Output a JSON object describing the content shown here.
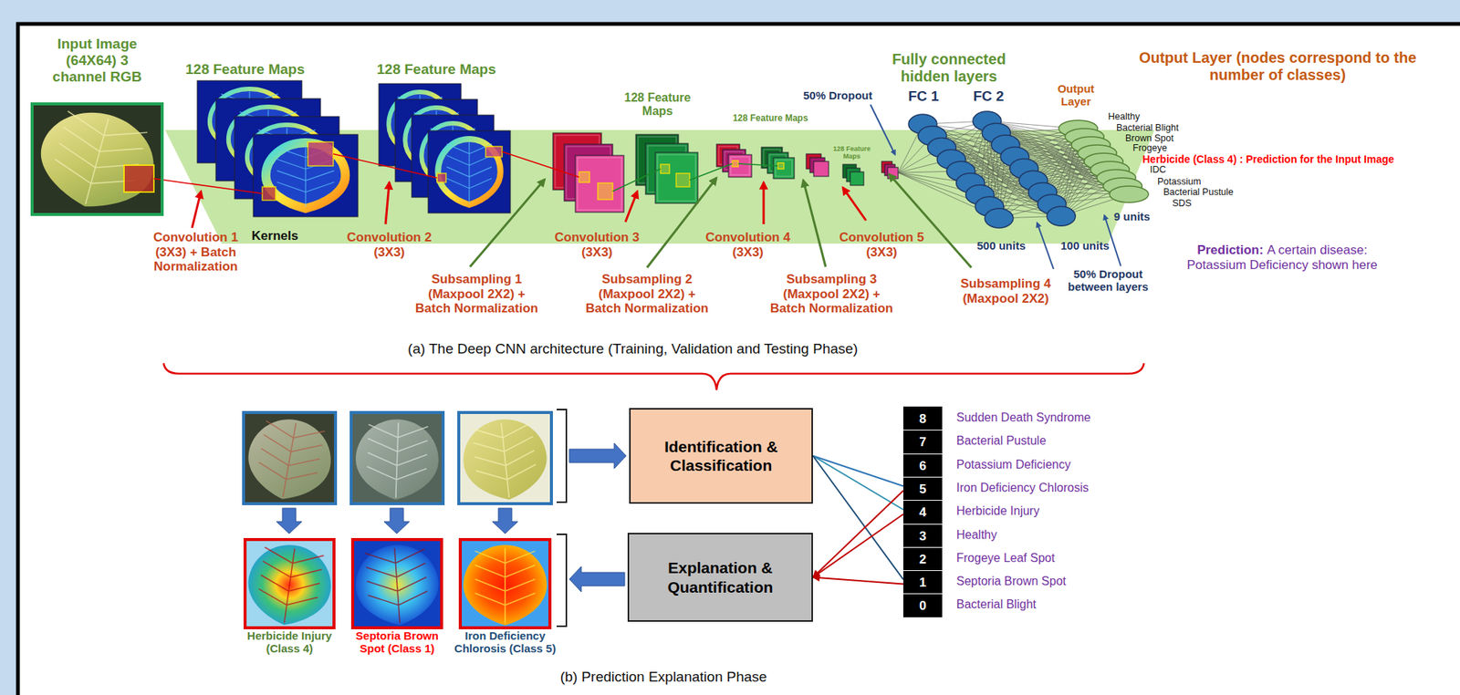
{
  "diagram": {
    "nodes": [
      {
        "text": [
          "Input Image (64X64) 3 channel RGB"
        ]
      },
      {
        "text": [
          "Identification & Classification"
        ]
      },
      {
        "text": [
          "Explanation & Quantification"
        ]
      },
      {
        "text": [
          "Herbicide Injury (Class 4)"
        ]
      },
      {
        "text": [
          "Septoria Brown Spot (Class 1)"
        ]
      },
      {
        "text": [
          "Iron Deficiency Chlorosis (Class 5)"
        ]
      },
      {
        "text": [
          "8"
        ]
      },
      {
        "text": [
          "7"
        ]
      },
      {
        "text": [
          "6"
        ]
      },
      {
        "text": [
          "5"
        ]
      },
      {
        "text": [
          "4"
        ]
      },
      {
        "text": [
          "3"
        ]
      },
      {
        "text": [
          "2"
        ]
      },
      {
        "text": [
          "1"
        ]
      },
      {
        "text": [
          "0"
        ]
      }
    ],
    "edges": [
      {
        "from": 1,
        "to": 9,
        "arrow": "none"
      },
      {
        "from": 1,
        "to": 10,
        "arrow": "none"
      },
      {
        "from": 1,
        "to": 13,
        "arrow": "none"
      },
      {
        "from": 9,
        "to": 2,
        "arrow": "to"
      },
      {
        "from": 10,
        "to": 2,
        "arrow": "to"
      },
      {
        "from": 13,
        "to": 2,
        "arrow": "to"
      }
    ],
    "labels": [
      "128 Feature Maps",
      "128 Feature Maps",
      "128 Feature Maps",
      "128 Feature Maps",
      "128 Feature Maps",
      "Kernels",
      "Convolution 1 (3X3) + Batch Normalization",
      "Convolution 2 (3X3)",
      "Convolution 3 (3X3)",
      "Convolution 4 (3X3)",
      "Convolution 5 (3X3)",
      "Subsampling 1 (Maxpool 2X2) + Batch Normalization",
      "Subsampling 2 (Maxpool 2X2) + Batch Normalization",
      "Subsampling 3 (Maxpool 2X2) + Batch Normalization",
      "Subsampling 4 (Maxpool 2X2)",
      "50% Dropout",
      "Fully connected hidden layers",
      "FC 1",
      "FC 2",
      "Output Layer",
      "Output Layer (nodes correspond to the number of classes)",
      "Healthy",
      "Bacterial Blight",
      "Brown Spot",
      "Frogeye",
      "Herbicide (Class 4) : Prediction for the Input Image",
      "IDC",
      "Potassium",
      "Bacterial Pustule",
      "SDS",
      "500 units",
      "100 units",
      "9 units",
      "50% Dropout between layers",
      "Prediction:",
      "A certain disease: Potassium Deficiency shown here",
      "(a) The Deep CNN architecture (Training, Validation and Testing Phase)",
      "Sudden Death Syndrome",
      "Bacterial Pustule",
      "Potassium Deficiency",
      "Iron Deficiency Chlorosis",
      "Herbicide Injury",
      "Healthy",
      "Frogeye Leaf Spot",
      "Septoria Brown Spot",
      "Bacterial Blight",
      "(b) Prediction Explanation Phase"
    ]
  }
}
